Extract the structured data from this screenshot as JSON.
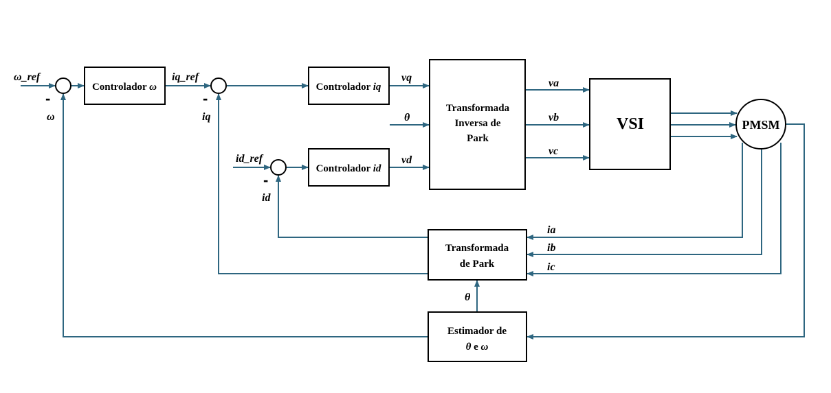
{
  "diagram": {
    "type": "block-diagram",
    "title": "PMSM field-oriented control block diagram",
    "colors": {
      "wire": "#2e6680",
      "block_border": "#000000",
      "background": "#ffffff"
    },
    "blocks": {
      "ctrl_w": {
        "prefix": "Controlador ",
        "var": "ω"
      },
      "ctrl_iq": {
        "prefix": "Controlador ",
        "var": "iq"
      },
      "ctrl_id": {
        "prefix": "Controlador ",
        "var": "id"
      },
      "inv_park": {
        "lines": [
          "Transformada",
          "Inversa de",
          "Park"
        ]
      },
      "vsi": {
        "label": "VSI"
      },
      "pmsm": {
        "label": "PMSM"
      },
      "park": {
        "lines": [
          "Transformada",
          "de Park"
        ]
      },
      "estimator": {
        "line1": "Estimador de",
        "line2_a": "θ",
        "line2_b": " e ",
        "line2_c": "ω"
      }
    },
    "signals": {
      "w_ref": "ω_ref",
      "w": "ω",
      "iq_ref": "iq_ref",
      "iq": "iq",
      "id_ref": "id_ref",
      "id": "id",
      "vq": "vq",
      "vd": "vd",
      "theta_in": "θ",
      "va": "va",
      "vb": "vb",
      "vc": "vc",
      "ia": "ia",
      "ib": "ib",
      "ic": "ic",
      "theta_est": "θ"
    },
    "minus_sign": "-"
  }
}
